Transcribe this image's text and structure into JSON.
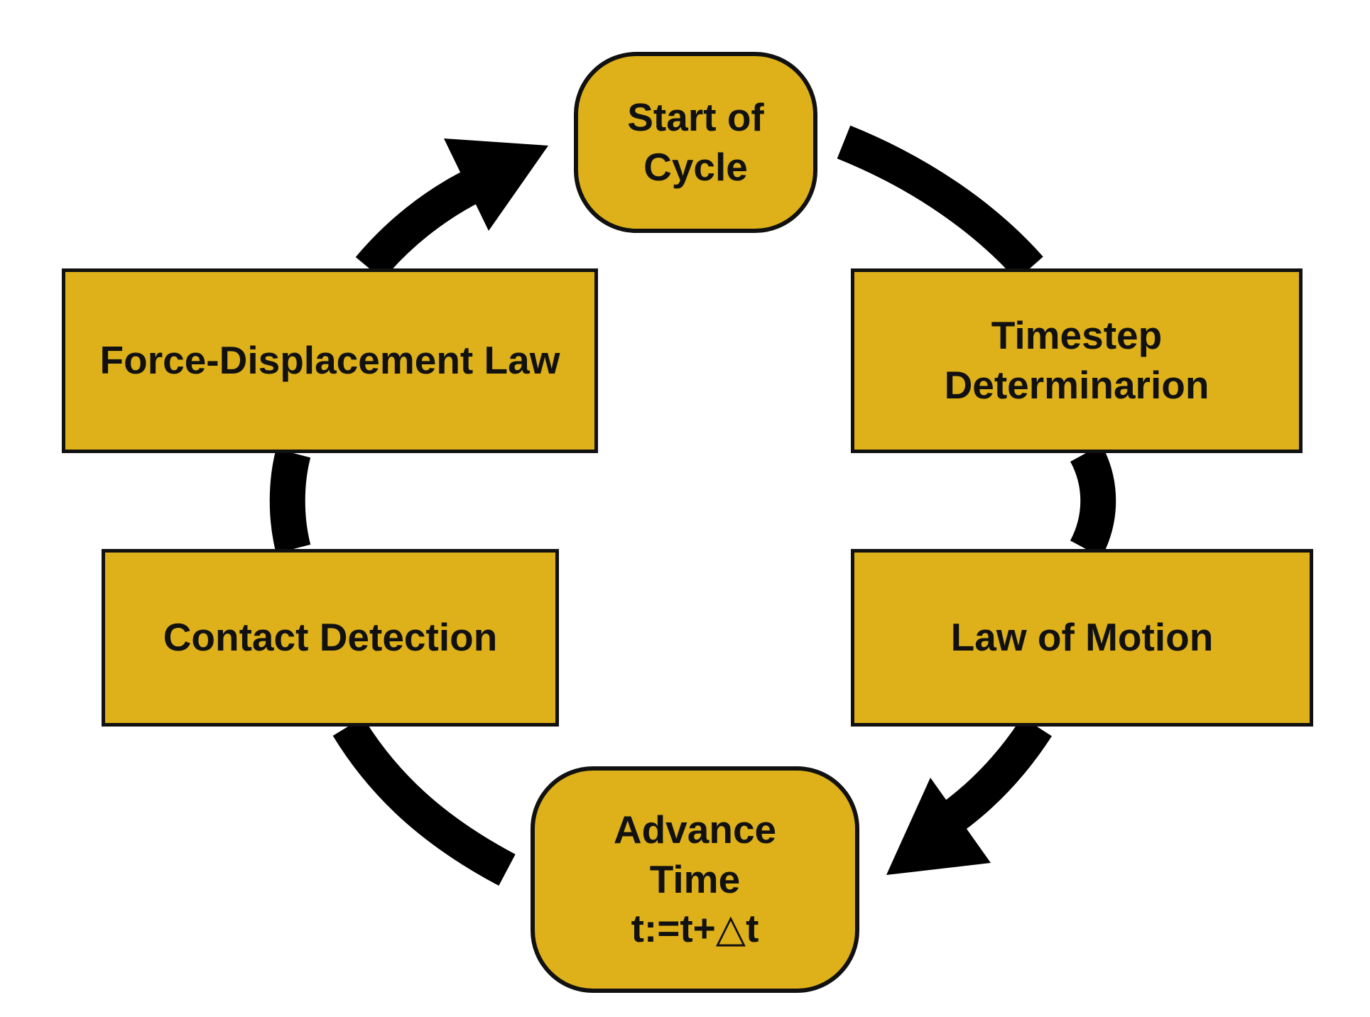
{
  "colors": {
    "box_fill": "#deb11a",
    "border": "#111111",
    "arrow": "#000000",
    "background": "#ffffff"
  },
  "nodes": {
    "start": {
      "label": "Start of\nCycle",
      "shape": "rounded"
    },
    "timestep": {
      "label": "Timestep\nDeterminarion",
      "shape": "rect"
    },
    "motion": {
      "label": "Law of Motion",
      "shape": "rect"
    },
    "advance": {
      "label": "Advance\nTime\nt:=t+",
      "delta_symbol": "△",
      "suffix": "t",
      "shape": "rounded"
    },
    "contact": {
      "label": "Contact Detection",
      "shape": "rect"
    },
    "force": {
      "label": "Force-Displacement Law",
      "shape": "rect"
    }
  },
  "edges": [
    {
      "from": "start",
      "to": "timestep",
      "arrowhead": false
    },
    {
      "from": "timestep",
      "to": "motion",
      "arrowhead": false
    },
    {
      "from": "motion",
      "to": "advance",
      "arrowhead": true
    },
    {
      "from": "advance",
      "to": "contact",
      "arrowhead": false
    },
    {
      "from": "contact",
      "to": "force",
      "arrowhead": false
    },
    {
      "from": "force",
      "to": "start",
      "arrowhead": true
    }
  ]
}
